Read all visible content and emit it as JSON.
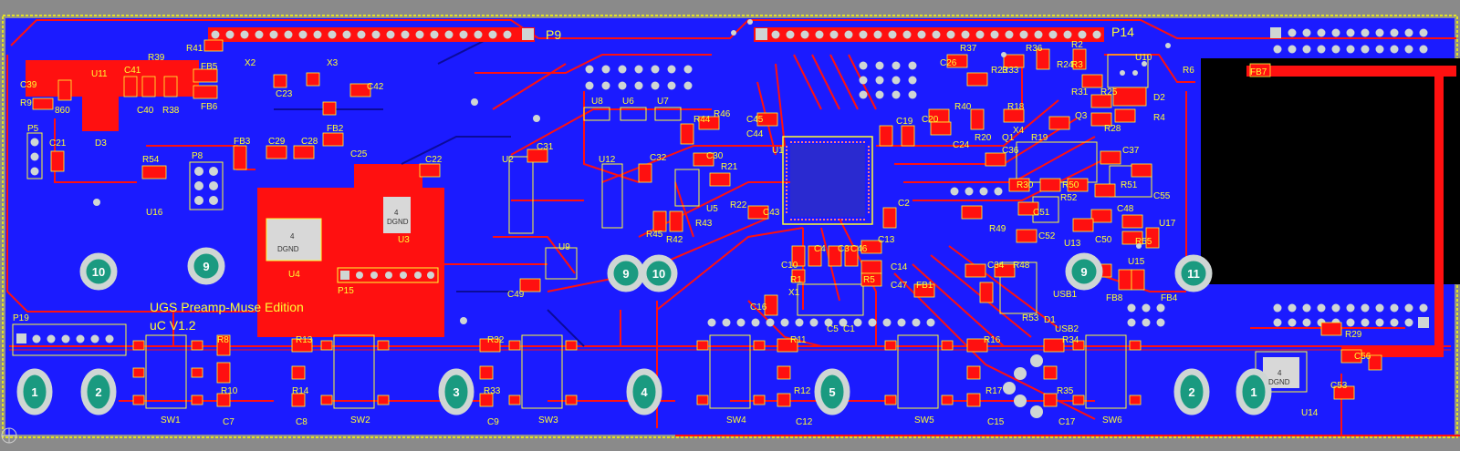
{
  "board": {
    "title_line1": "UGS Preamp-Muse Edition",
    "title_line2": "uC V1.2",
    "colors": {
      "background": "#8a8a8a",
      "board_edge": "#ffff00",
      "bottom_copper": "#1b1bff",
      "top_copper": "#ff1010",
      "silkscreen": "#ffff33",
      "pad": "#cfd6d4",
      "mount_hole": "#1a9a80",
      "cutout": "#000000"
    }
  },
  "headers": {
    "p9": "P9",
    "p14": "P14",
    "p19": "P19",
    "p15": "P15",
    "p8": "P8",
    "p5": "P5"
  },
  "labels": {
    "r41": "R41",
    "r39": "R39",
    "c41": "C41",
    "u11": "U11",
    "c39": "C39",
    "r9": "R9",
    "r60": "860",
    "c40": "C40",
    "r38": "R38",
    "d3": "D3",
    "fb5": "FB5",
    "fb6": "FB6",
    "x2": "X2",
    "x3": "X3",
    "c23": "C23",
    "c42": "C42",
    "c21": "C21",
    "r54": "R54",
    "u16": "U16",
    "fb3": "FB3",
    "c29": "C29",
    "c28": "C28",
    "fb2": "FB2",
    "c25": "C25",
    "c22": "C22",
    "u3": "U3",
    "u4": "U4",
    "u8": "U8",
    "u6": "U6",
    "u7": "U7",
    "r44": "R44",
    "r46": "R46",
    "c45": "C45",
    "c44": "C44",
    "u1": "U1",
    "c31": "C31",
    "u2": "U2",
    "u12": "U12",
    "c32": "C32",
    "c30": "C30",
    "r21": "R21",
    "u5": "U5",
    "r22": "R22",
    "c43": "C43",
    "r43": "R43",
    "r45": "R45",
    "r42": "R42",
    "u9": "U9",
    "c49": "C49",
    "r37": "R37",
    "r36": "R36",
    "r2": "R2",
    "r3": "R3",
    "u10": "U10",
    "r6": "R6",
    "r23": "R23",
    "r33a": "R33",
    "r24": "R24",
    "r31": "R31",
    "r25": "R25",
    "d2": "D2",
    "r40": "R40",
    "r18": "R18",
    "q1": "Q1",
    "r20": "R20",
    "r19": "R19",
    "q3": "Q3",
    "r28": "R28",
    "r4": "R4",
    "c19": "C19",
    "c20": "C20",
    "c24": "C24",
    "c36": "C36",
    "c37": "C37",
    "r30": "R30",
    "r50": "R50",
    "r51": "R51",
    "r52": "R52",
    "c55": "C55",
    "c51": "C51",
    "c48": "C48",
    "r49": "R49",
    "c2": "C2",
    "u13": "U13",
    "c50": "C50",
    "u17": "U17",
    "c52": "C52",
    "r55": "R55",
    "c10": "C10",
    "c4": "C4",
    "c3": "C3",
    "c46": "C46",
    "c13": "C13",
    "r1": "R1",
    "r5": "R5",
    "c14": "C14",
    "c47": "C47",
    "fb1": "FB1",
    "x1": "X1",
    "c16": "C16",
    "c5": "C5",
    "c1": "C1",
    "c34": "C34",
    "r48": "R48",
    "u15": "U15",
    "usb1": "USB1",
    "fb8": "FB8",
    "fb4": "FB4",
    "r53": "R53",
    "d1": "D1",
    "usb2": "USB2",
    "fb7": "FB7",
    "r29": "R29",
    "c56": "C56",
    "c53": "C53",
    "u14": "U14",
    "r8": "R8",
    "r13": "R13",
    "r32": "R32",
    "r11": "R11",
    "r16": "R16",
    "r34": "R34",
    "r10": "R10",
    "r14": "R14",
    "r33": "R33",
    "r12": "R12",
    "r17": "R17",
    "r35": "R35",
    "c7": "C7",
    "c8": "C8",
    "c9": "C9",
    "c12": "C12",
    "c15": "C15",
    "c17": "C17",
    "sw1": "SW1",
    "sw2": "SW2",
    "sw3": "SW3",
    "sw4": "SW4",
    "sw5": "SW5",
    "sw6": "SW6",
    "x4": "X4",
    "c26": "C26",
    "r33b": "R33"
  },
  "dgnd": {
    "four": "4",
    "dgnd": "DGND"
  },
  "mount_holes": {
    "h1": "10",
    "h2": "9",
    "h3": "9",
    "h4": "10",
    "h5": "9",
    "h6": "11",
    "h7": "1",
    "h8": "2",
    "h9": "3",
    "h10": "4",
    "h11": "5",
    "h12": "2",
    "h13": "1"
  }
}
